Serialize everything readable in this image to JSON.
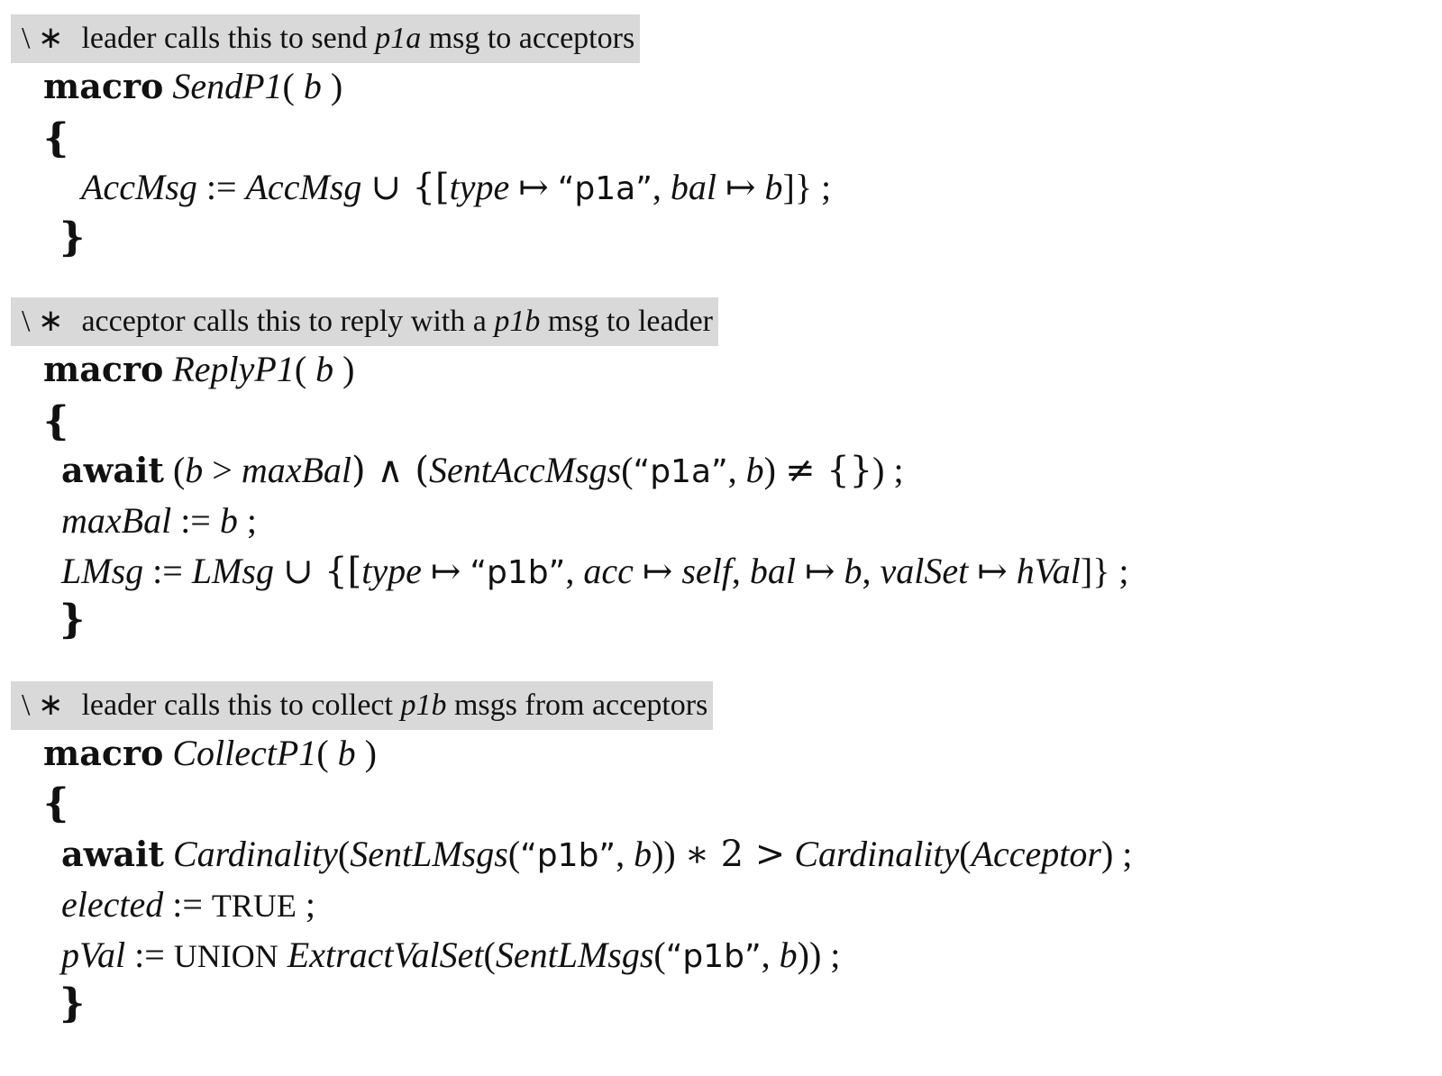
{
  "blocks": [
    {
      "comment": {
        "mark": "\\ ∗",
        "text_pre": "leader calls this to send",
        "msg": "p1a",
        "text_post": "msg to acceptors"
      },
      "header": {
        "kw": "macro",
        "name": "SendP1",
        "open": "(",
        "arg": "b",
        "close": ")"
      },
      "open_brace": "{",
      "close_brace": "}",
      "lines": {
        "s1": {
          "v1": "AccMsg",
          "op1": ":=",
          "v2": "AccMsg",
          "op2": "∪ {[",
          "f1": "type",
          "m1": "↦",
          "q1": "“p1a”",
          "c1": ",",
          "f2": "bal",
          "m2": "↦",
          "v3": "b",
          "end": "]} ;"
        }
      }
    },
    {
      "comment": {
        "mark": "\\ ∗",
        "text_pre": "acceptor calls this to reply with a",
        "msg": "p1b",
        "text_post": "msg to leader"
      },
      "header": {
        "kw": "macro",
        "name": "ReplyP1",
        "open": "(",
        "arg": "b",
        "close": ")"
      },
      "open_brace": "{",
      "close_brace": "}",
      "lines": {
        "s1": {
          "kw": "await",
          "p1": "(",
          "v1": "b",
          "op1": ">",
          "v2": "maxBal",
          "p2": ") ∧ (",
          "fn": "SentAccMsgs",
          "p3": "(",
          "q1": "“p1a”",
          "c1": ",",
          "v3": "b",
          "p4": ")",
          "op2": "≠ {}",
          "end": ") ;"
        },
        "s2": {
          "v1": "maxBal",
          "op1": ":=",
          "v2": "b",
          "end": ";"
        },
        "s3": {
          "v1": "LMsg",
          "op1": ":=",
          "v2": "LMsg",
          "op2": "∪ {[",
          "f1": "type",
          "m1": "↦",
          "q1": "“p1b”",
          "c1": ",",
          "f2": "acc",
          "m2": "↦",
          "v3": "self",
          "c2": ",",
          "f3": "bal",
          "m3": "↦",
          "v4": "b",
          "c3": ",",
          "f4": "valSet",
          "m4": "↦",
          "v5": "hVal",
          "end": "]} ;"
        }
      }
    },
    {
      "comment": {
        "mark": "\\ ∗",
        "text_pre": "leader calls this to collect",
        "msg": "p1b",
        "text_post": "msgs from acceptors"
      },
      "header": {
        "kw": "macro",
        "name": "CollectP1",
        "open": "(",
        "arg": "b",
        "close": ")"
      },
      "open_brace": "{",
      "close_brace": "}",
      "lines": {
        "s1": {
          "kw": "await",
          "fn1": "Cardinality",
          "p1": "(",
          "fn2": "SentLMsgs",
          "p2": "(",
          "q1": "“p1b”",
          "c1": ",",
          "v1": "b",
          "p3": "))",
          "op1": "∗ 2 >",
          "fn3": "Cardinality",
          "p4": "(",
          "v2": "Acceptor",
          "end": ") ;"
        },
        "s2": {
          "v1": "elected",
          "op1": ":=",
          "k1": "TRUE",
          "end": ";"
        },
        "s3": {
          "v1": "pVal",
          "op1": ":=",
          "k1": "UNION",
          "fn1": "ExtractValSet",
          "p1": "(",
          "fn2": "SentLMsgs",
          "p2": "(",
          "q1": "“p1b”",
          "c1": ",",
          "v2": "b",
          "end": ")) ;"
        }
      }
    }
  ]
}
